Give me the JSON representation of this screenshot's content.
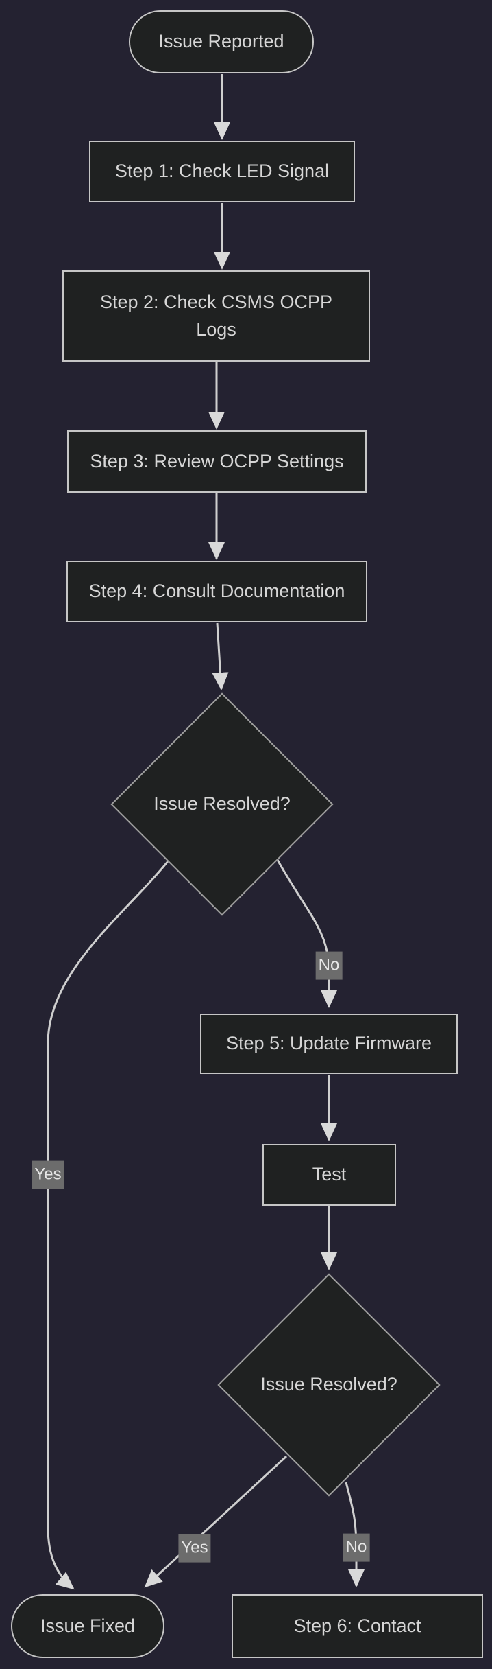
{
  "diagram": {
    "type": "flowchart",
    "direction": "top-down",
    "nodes": [
      {
        "id": "start",
        "shape": "stadium",
        "label": "Issue Reported"
      },
      {
        "id": "step1",
        "shape": "rect",
        "label": "Step 1: Check LED Signal"
      },
      {
        "id": "step2",
        "shape": "rect",
        "label": "Step 2: Check CSMS OCPP Logs"
      },
      {
        "id": "step3",
        "shape": "rect",
        "label": "Step 3: Review OCPP Settings"
      },
      {
        "id": "step4",
        "shape": "rect",
        "label": "Step 4: Consult Documentation"
      },
      {
        "id": "decision1",
        "shape": "diamond",
        "label": "Issue Resolved?"
      },
      {
        "id": "step5",
        "shape": "rect",
        "label": "Step 5: Update Firmware"
      },
      {
        "id": "test",
        "shape": "rect",
        "label": "Test"
      },
      {
        "id": "decision2",
        "shape": "diamond",
        "label": "Issue Resolved?"
      },
      {
        "id": "fixed",
        "shape": "stadium",
        "label": "Issue Fixed"
      },
      {
        "id": "step6",
        "shape": "rect",
        "label": "Step 6: Contact"
      }
    ],
    "edges": [
      {
        "from": "start",
        "to": "step1",
        "label": ""
      },
      {
        "from": "step1",
        "to": "step2",
        "label": ""
      },
      {
        "from": "step2",
        "to": "step3",
        "label": ""
      },
      {
        "from": "step3",
        "to": "step4",
        "label": ""
      },
      {
        "from": "step4",
        "to": "decision1",
        "label": ""
      },
      {
        "from": "decision1",
        "to": "fixed",
        "label": "Yes"
      },
      {
        "from": "decision1",
        "to": "step5",
        "label": "No"
      },
      {
        "from": "step5",
        "to": "test",
        "label": ""
      },
      {
        "from": "test",
        "to": "decision2",
        "label": ""
      },
      {
        "from": "decision2",
        "to": "fixed",
        "label": "Yes"
      },
      {
        "from": "decision2",
        "to": "step6",
        "label": "No"
      }
    ],
    "colors": {
      "background": "#242231",
      "node_fill": "#1f2121",
      "node_border": "#c6c6c6",
      "diamond_border": "#9f9f9f",
      "node_text": "#d6d6d6",
      "edge_line": "#cfcfcf",
      "edge_label_bg": "#6c6c6c",
      "edge_label_text": "#e6e6e6"
    }
  }
}
